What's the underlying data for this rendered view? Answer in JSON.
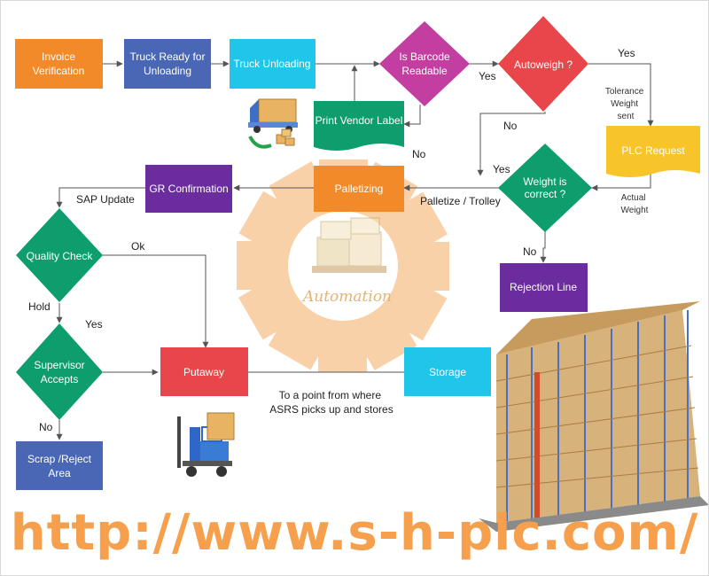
{
  "nodes": {
    "invoice_verification": [
      "Invoice",
      "Verification"
    ],
    "truck_ready": [
      "Truck Ready for",
      "Unloading"
    ],
    "truck_unloading": [
      "Truck Unloading"
    ],
    "is_barcode_readable": [
      "Is Barcode",
      "Readable"
    ],
    "autoweigh": [
      "Autoweigh  ?"
    ],
    "print_vendor_label": [
      "Print Vendor Label"
    ],
    "plc_request": [
      "PLC Request"
    ],
    "weight_correct": [
      "Weight is",
      "correct ?"
    ],
    "palletizing": [
      "Palletizing"
    ],
    "gr_confirmation": [
      "GR Confirmation"
    ],
    "rejection_line": [
      "Rejection Line"
    ],
    "quality_check": [
      "Quality Check"
    ],
    "supervisor_accepts": [
      "Supervisor",
      "Accepts"
    ],
    "putaway": [
      "Putaway"
    ],
    "storage": [
      "Storage"
    ],
    "scrap_reject": [
      "Scrap /Reject",
      "Area"
    ]
  },
  "edge_labels": {
    "barcode_yes": "Yes",
    "barcode_no": "No",
    "autoweigh_yes": "Yes",
    "autoweigh_no": "No",
    "tolerance": [
      "Tolerance",
      "Weight",
      "sent"
    ],
    "actual_weight": [
      "Actual",
      "Weight"
    ],
    "weight_yes": "Yes",
    "weight_no": "No",
    "palletize_trolley": "Palletize / Trolley",
    "sap_update": "SAP Update",
    "qc_ok": "Ok",
    "qc_hold": "Hold",
    "supervisor_yes": "Yes",
    "supervisor_no": "No",
    "storage_note": [
      "To a point from where",
      "ASRS picks up and stores"
    ]
  },
  "watermark": {
    "logo_text": "Automation",
    "url": "http://www.s-h-plc.com/"
  },
  "colors": {
    "orange": "#f28a2a",
    "blue": "#4a67b5",
    "cyan": "#1fc6ea",
    "magenta": "#c23ea0",
    "red": "#e8464a",
    "green": "#0e9e6e",
    "yellow": "#f7c52a",
    "purple": "#6a2c9e",
    "gear": "#f9c99a"
  }
}
